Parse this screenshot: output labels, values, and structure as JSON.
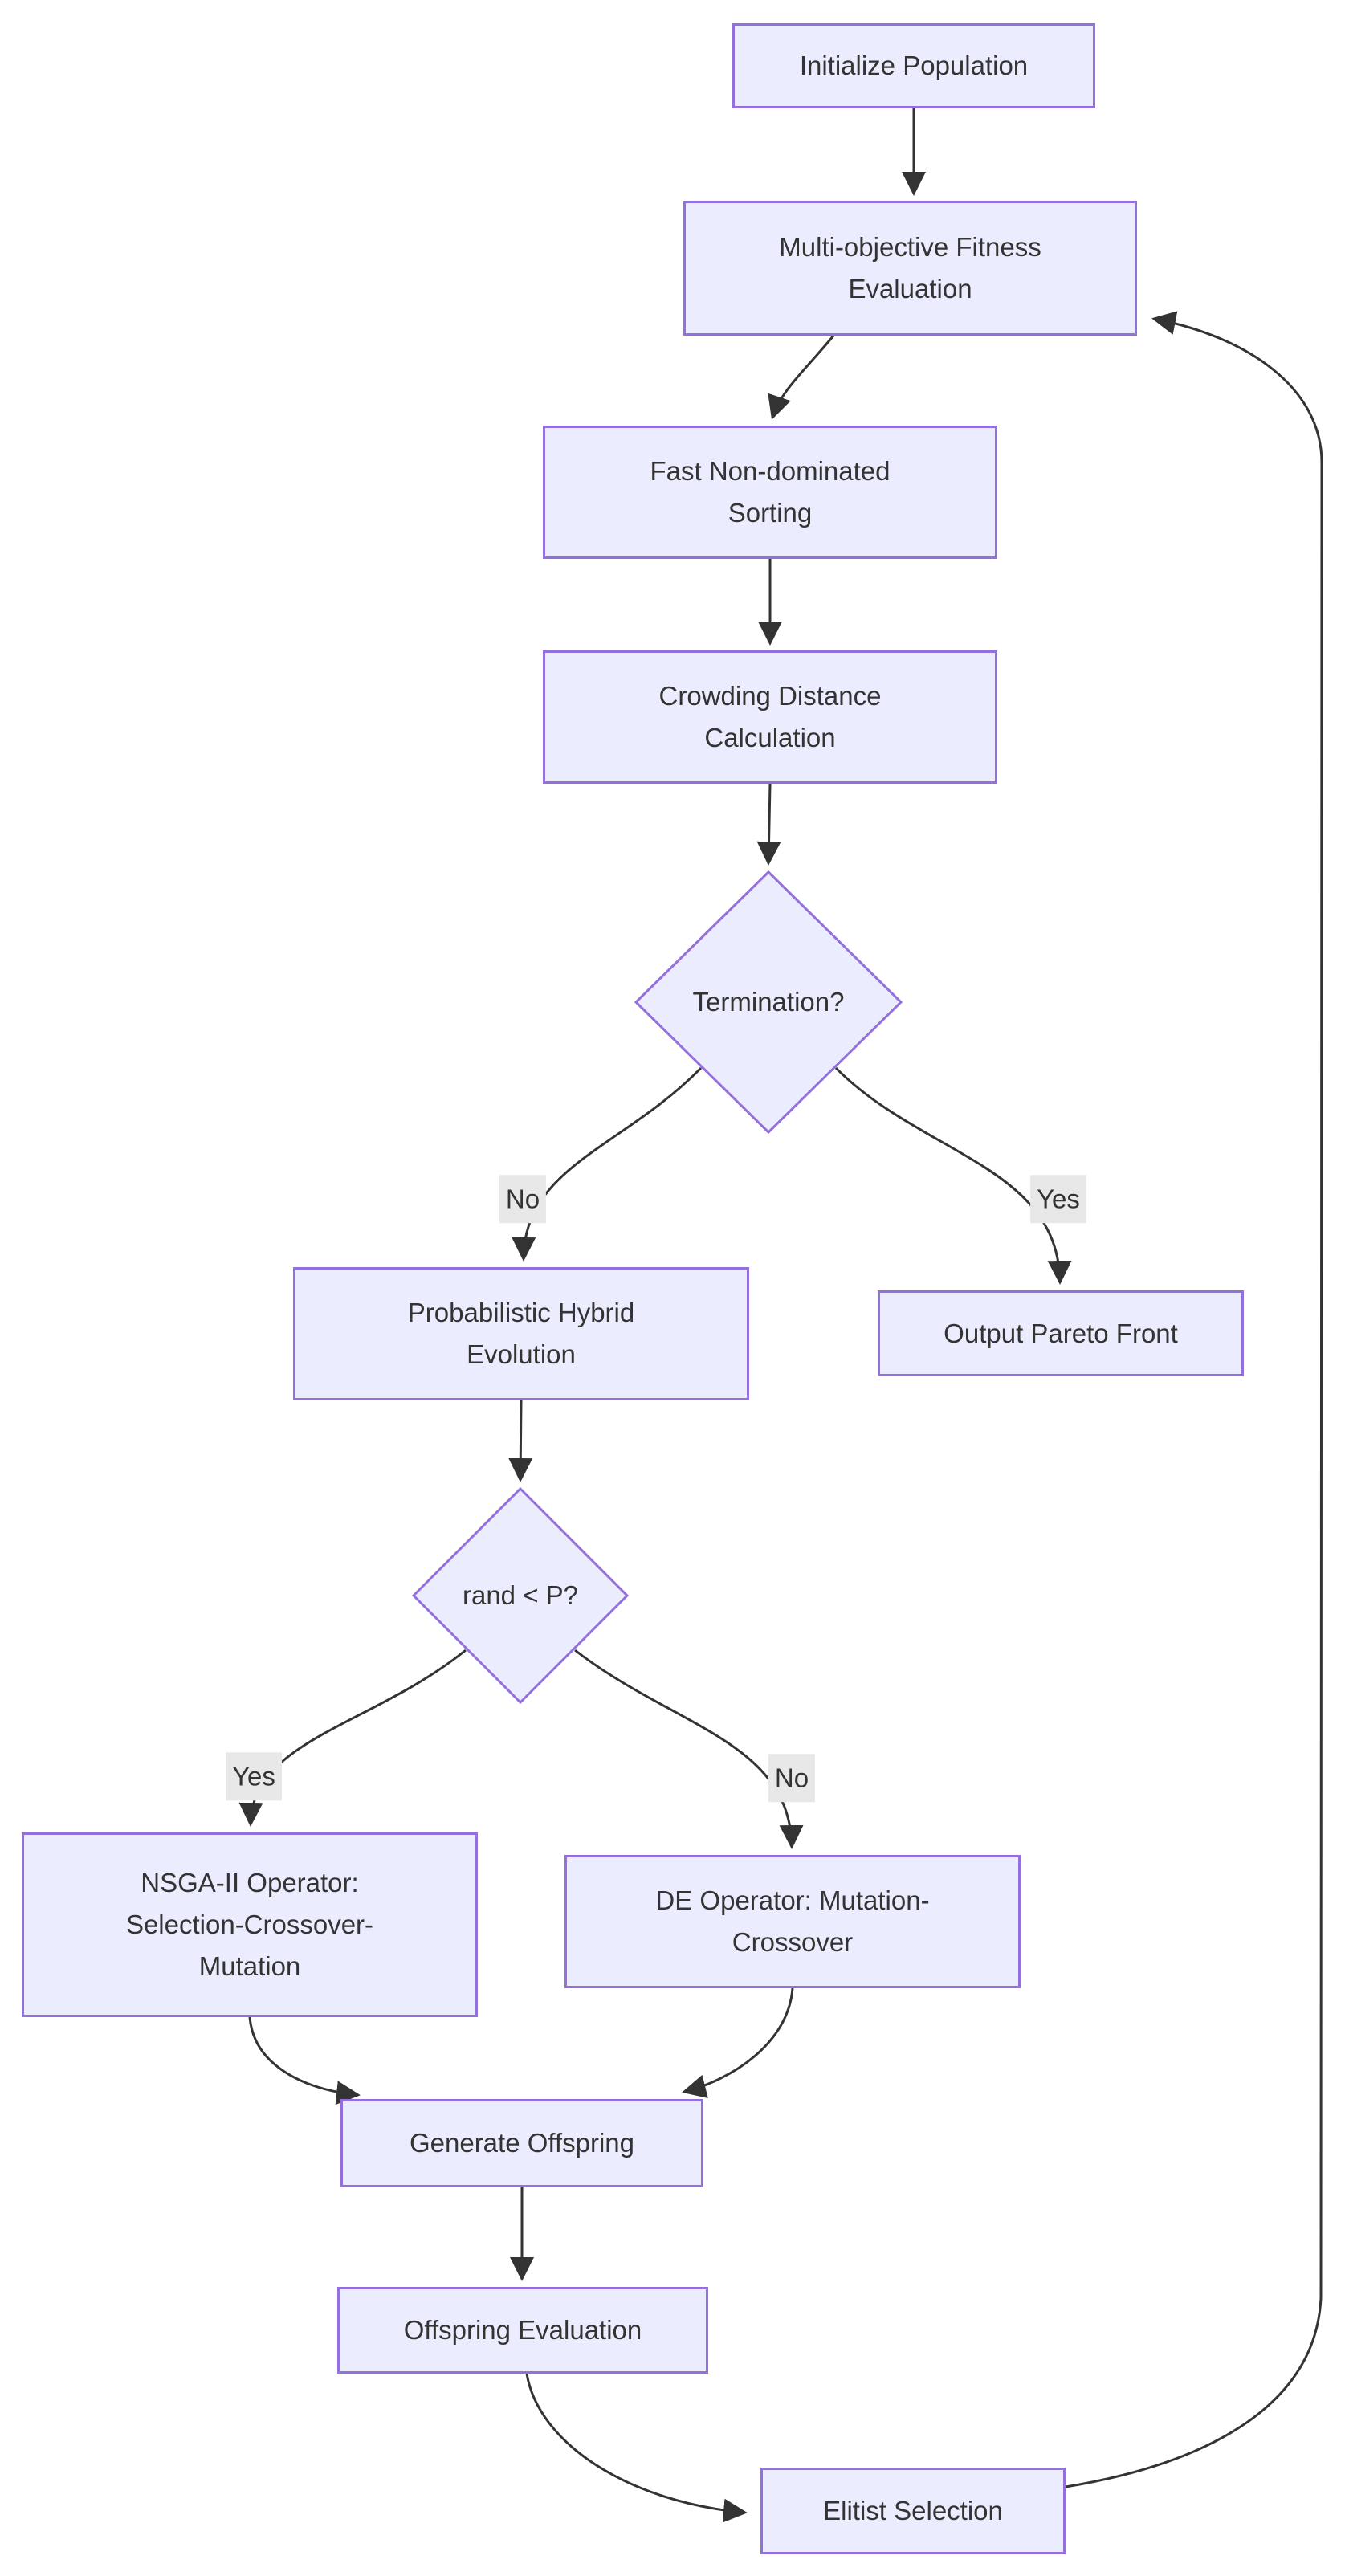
{
  "diagram": {
    "type": "flowchart",
    "direction": "top-down",
    "colors": {
      "node_fill": "#ECECFF",
      "node_border": "#9370DB",
      "edge_color": "#333333",
      "text_color": "#333333",
      "edge_label_bg": "#e8e8e8",
      "background": "#ffffff"
    },
    "nodes": [
      {
        "id": "init",
        "shape": "rect",
        "label": "Initialize Population"
      },
      {
        "id": "mofe",
        "shape": "rect",
        "label": "Multi-objective Fitness\nEvaluation"
      },
      {
        "id": "fast",
        "shape": "rect",
        "label": "Fast Non-dominated\nSorting"
      },
      {
        "id": "crowd",
        "shape": "rect",
        "label": "Crowding Distance\nCalculation"
      },
      {
        "id": "term",
        "shape": "diamond",
        "label": "Termination?"
      },
      {
        "id": "phe",
        "shape": "rect",
        "label": "Probabilistic Hybrid\nEvolution"
      },
      {
        "id": "opf",
        "shape": "rect",
        "label": "Output Pareto Front"
      },
      {
        "id": "rand",
        "shape": "diamond",
        "label": "rand < P?"
      },
      {
        "id": "nsga",
        "shape": "rect",
        "label": "NSGA-II Operator:\nSelection-Crossover-\nMutation"
      },
      {
        "id": "de",
        "shape": "rect",
        "label": "DE Operator: Mutation-\nCrossover"
      },
      {
        "id": "gen",
        "shape": "rect",
        "label": "Generate Offspring"
      },
      {
        "id": "oeval",
        "shape": "rect",
        "label": "Offspring Evaluation"
      },
      {
        "id": "elit",
        "shape": "rect",
        "label": "Elitist Selection"
      }
    ],
    "edges": [
      {
        "from": "init",
        "to": "mofe",
        "label": ""
      },
      {
        "from": "mofe",
        "to": "fast",
        "label": ""
      },
      {
        "from": "fast",
        "to": "crowd",
        "label": ""
      },
      {
        "from": "crowd",
        "to": "term",
        "label": ""
      },
      {
        "from": "term",
        "to": "phe",
        "label": "No"
      },
      {
        "from": "term",
        "to": "opf",
        "label": "Yes"
      },
      {
        "from": "phe",
        "to": "rand",
        "label": ""
      },
      {
        "from": "rand",
        "to": "nsga",
        "label": "Yes"
      },
      {
        "from": "rand",
        "to": "de",
        "label": "No"
      },
      {
        "from": "nsga",
        "to": "gen",
        "label": ""
      },
      {
        "from": "de",
        "to": "gen",
        "label": ""
      },
      {
        "from": "gen",
        "to": "oeval",
        "label": ""
      },
      {
        "from": "oeval",
        "to": "elit",
        "label": ""
      },
      {
        "from": "elit",
        "to": "mofe",
        "label": ""
      }
    ]
  }
}
